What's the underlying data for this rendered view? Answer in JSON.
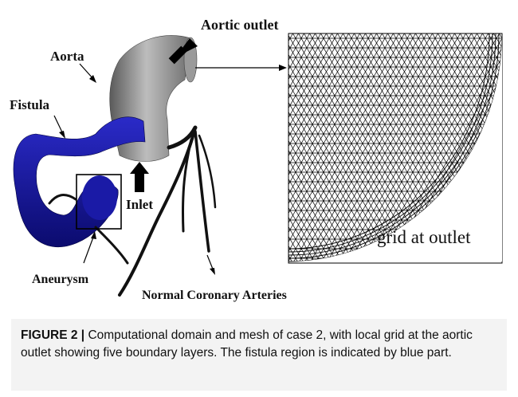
{
  "figure": {
    "labels": {
      "aortic_outlet": "Aortic outlet",
      "aorta": "Aorta",
      "fistula": "Fistula",
      "inlet": "Inlet",
      "aneurysm": "Aneurysm",
      "normal_coronary": "Normal Coronary Arteries",
      "grid_at_outlet": "grid at outlet"
    },
    "colors": {
      "fistula": "#1a1a9e",
      "aorta": "#8a8a8a",
      "mesh_line": "#000000",
      "caption_bg": "#f3f3f3"
    }
  },
  "caption": {
    "label": "FIGURE 2 |",
    "text": " Computational domain and mesh of case 2, with local grid at the aortic outlet showing five boundary layers. The fistula region is indicated by blue part."
  }
}
